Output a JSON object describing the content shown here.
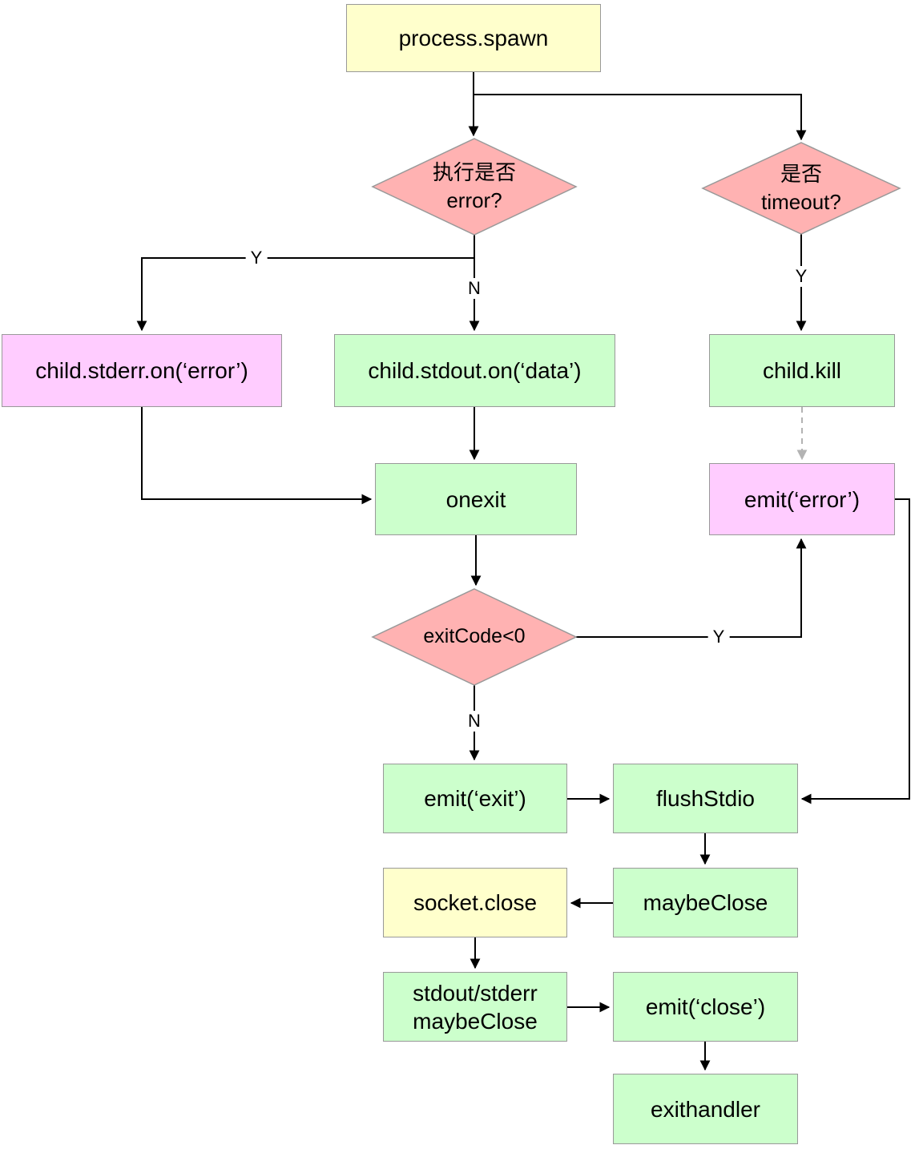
{
  "nodes": {
    "process_spawn": {
      "label": "process.spawn"
    },
    "error_check": {
      "line1": "执行是否",
      "line2": "error?"
    },
    "timeout_check": {
      "line1": "是否",
      "line2": "timeout?"
    },
    "child_stderr": {
      "label": "child.stderr.on(‘error’)"
    },
    "child_stdout": {
      "label": "child.stdout.on(‘data’)"
    },
    "child_kill": {
      "label": "child.kill"
    },
    "onexit": {
      "label": "onexit"
    },
    "emit_error": {
      "label": "emit(‘error’)"
    },
    "exitcode_check": {
      "label": "exitCode<0"
    },
    "emit_exit": {
      "label": "emit(‘exit’)"
    },
    "flush_stdio": {
      "label": "flushStdio"
    },
    "socket_close": {
      "label": "socket.close"
    },
    "maybe_close": {
      "label": "maybeClose"
    },
    "stdout_stderr_maybeclose": {
      "line1": "stdout/stderr",
      "line2": "maybeClose"
    },
    "emit_close": {
      "label": "emit(‘close’)"
    },
    "exithandler": {
      "label": "exithandler"
    }
  },
  "edge_labels": {
    "error_yes": "Y",
    "error_no": "N",
    "timeout_yes": "Y",
    "exitcode_yes": "Y",
    "exitcode_no": "N"
  },
  "colors": {
    "yellow_fill": "#FFFFCC",
    "green_fill": "#CCFFCC",
    "magenta_fill": "#FFCCFF",
    "diamond_fill": "#FFB2B2",
    "border": "#999999",
    "line": "#000000",
    "dashed_line": "#B3B3B3"
  }
}
